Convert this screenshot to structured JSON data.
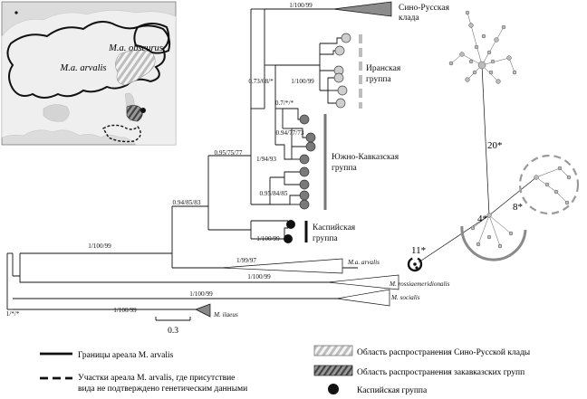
{
  "figure": {
    "type": "phylogenetic_tree_with_map_and_network",
    "colors": {
      "line": "#111111",
      "iran_tip": "#cfcfcf",
      "caucasus_tip": "#7a7a7a",
      "caspian_tip": "#111111",
      "sino_triangle": "#8c8c8c",
      "map_land": "#eeeeee",
      "map_water": "#d9d9d9",
      "range_hatch": "#bdbdbd",
      "caucasus_hatch": "#555555",
      "network_dashed": "#9a9a9a",
      "network_arc": "#8a8a8a"
    }
  },
  "map": {
    "arvalis_label": "M.a. arvalis",
    "obscurus_label": "M.a. obscurus"
  },
  "tree": {
    "supports": {
      "sino": "1/100/99",
      "iran_root": "0.73/68/*",
      "iran": "1/100/99",
      "node_07": "0.7/*/*",
      "cauc_a": "0.94/77/73",
      "cauc_b": "1/94/93",
      "node_095": "0.95/75/77",
      "cauc_c": "0.95/84/85",
      "node_094": "0.94/85/83",
      "caspian": "1/100/99",
      "arvalis_root": "1/100/99",
      "arvalis": "1/99/97",
      "rossiae": "1/100/99",
      "socialis": "1/100/99",
      "ilaeus": "1/100/99",
      "root": "1/*/*"
    },
    "groups": {
      "sino_l1": "Сино-Русская",
      "sino_l2": "клада",
      "iran_l1": "Иранская",
      "iran_l2": "группа",
      "cauc_l1": "Южно-Кавказская",
      "cauc_l2": "группа",
      "casp_l1": "Каспийская",
      "casp_l2": "группа"
    },
    "taxa": {
      "arvalis": "M.a. arvalis",
      "rossiae": "M. rossiaemeridionalis",
      "socialis": "M. socialis",
      "ilaeus": "M. ilaeus"
    },
    "scale": "0.3"
  },
  "network": {
    "step_20": "20*",
    "step_4": "4*",
    "step_8": "8*",
    "step_11": "11*"
  },
  "legend": {
    "solid": "Границы ареала M. arvalis",
    "dashed_l1": "Участки ареала M. arvalis, где присутствие",
    "dashed_l2": "вида не подтверждено генетическим данными",
    "sino_area": "Область распространения Сино-Русской клады",
    "cauc_area": "Область распространения закавказских групп",
    "caspian": "Каспийская группа"
  }
}
